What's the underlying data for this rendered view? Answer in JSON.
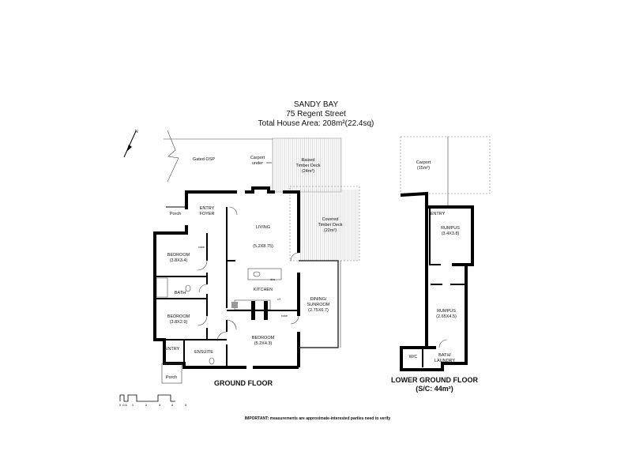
{
  "header": {
    "suburb": "SANDY BAY",
    "address": "75 Regent Street",
    "total_area": "Total House Area: 208m²(22.4sq)"
  },
  "site": {
    "gated_osp": "Gated OSP",
    "carport_under_1": "Carport",
    "carport_under_2": "under"
  },
  "ground_floor": {
    "title": "GROUND FLOOR",
    "raised_deck": [
      "Raised",
      "Timber Deck",
      "(24m²)"
    ],
    "covered_deck": [
      "Covered",
      "Timber Deck",
      "(22m²)"
    ],
    "porch_top": "Porch",
    "entry_foyer": [
      "ENTRY",
      "FOYER"
    ],
    "living": "LIVING",
    "living_size": "(5.2X8.75)",
    "bedroom1": "BEDROOM",
    "bedroom1_size": "(3.8X3.4)",
    "robe1": "robe",
    "bath": "BATH",
    "kitchen": "KITCHEN",
    "dw": "d/w",
    "fridge": "r/f",
    "robe2": "robe",
    "dining": [
      "DINING/",
      "SUNROOM",
      "(2.75X6.7)"
    ],
    "bedroom2": "BEDROOM",
    "bedroom2_size": "(3.8X2.9)",
    "bedroom3": "BEDROOM",
    "bedroom3_size": "(5.2X4.3)",
    "entry": "ENTRY",
    "ensuite": "ENSUITE",
    "porch_bottom": "Porch"
  },
  "lower_floor": {
    "title": "LOWER GROUND FLOOR",
    "subtitle": "(S/C: 44m²)",
    "carport": [
      "Carport",
      "(15m²)"
    ],
    "entry": "ENTRY",
    "rumpus1": "RUMPUS",
    "rumpus1_size": "(3.4X3.8)",
    "rumpus2": "RUMPUS",
    "rumpus2_size": "(2.65X4.5)",
    "wc": "W/C",
    "bath_laundry": [
      "BATH/",
      "LAUNDRY"
    ]
  },
  "scale_bar": {
    "ticks": [
      "0",
      "0.5",
      "1",
      "2",
      "3",
      "4",
      "5"
    ]
  },
  "disclaimer": "IMPORTANT: measurements are approximate-interested parties need to verify"
}
